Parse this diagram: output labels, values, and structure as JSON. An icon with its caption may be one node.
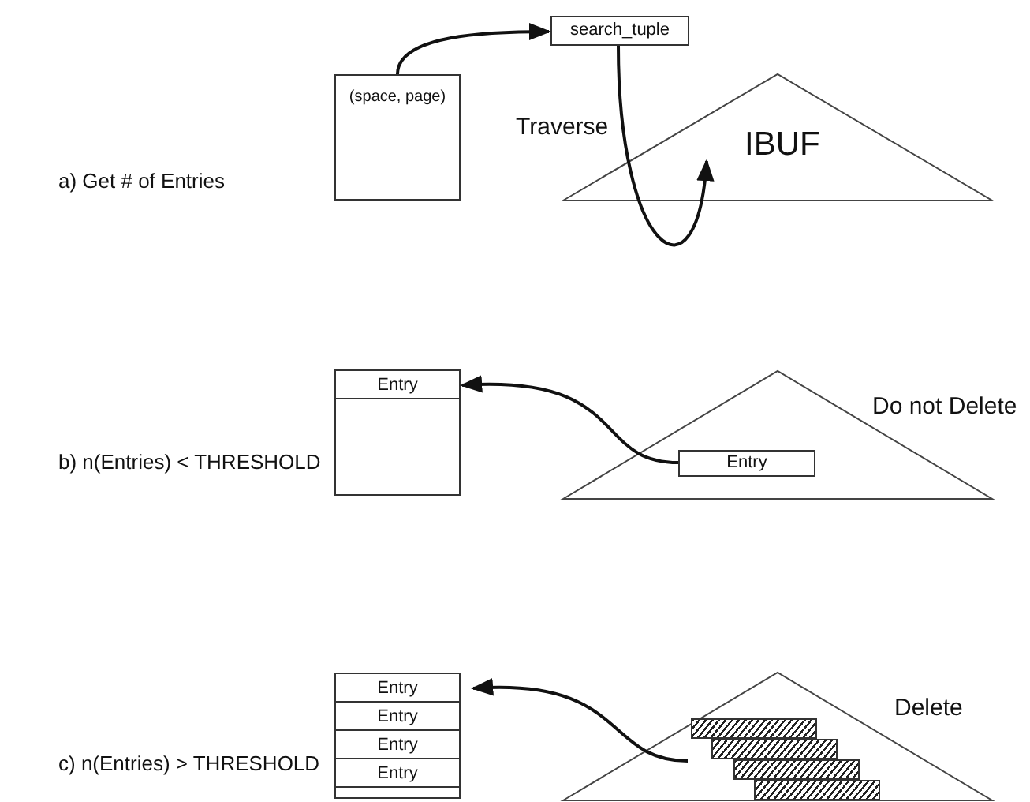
{
  "diagram": {
    "nodes": [
      {
        "text": [
          "(space, page)"
        ]
      },
      {
        "text": [
          "search_tuple"
        ]
      },
      {
        "text": [
          "IBUF"
        ]
      },
      {
        "text": [],
        "shape": "box"
      },
      {
        "text": [
          "Entry"
        ],
        "in": 3
      },
      {
        "text": [],
        "shape": "triangle",
        "beside": [
          "Do not Delete"
        ]
      },
      {
        "text": [
          "Entry"
        ],
        "in": 5
      },
      {
        "text": [],
        "shape": "box"
      },
      {
        "text": [
          "Entry"
        ],
        "in": 7
      },
      {
        "text": [
          "Entry"
        ],
        "in": 7
      },
      {
        "text": [
          "Entry"
        ],
        "in": 7
      },
      {
        "text": [
          "Entry"
        ],
        "in": 7
      },
      {
        "text": [],
        "shape": "triangle",
        "beside": [
          "Delete"
        ]
      },
      {
        "text": [],
        "shape": "box",
        "in": 12
      },
      {
        "text": [],
        "shape": "box",
        "in": 12
      },
      {
        "text": [],
        "shape": "box",
        "in": 12
      },
      {
        "text": [],
        "shape": "box",
        "in": 12
      }
    ],
    "edges": [
      {
        "from": 0,
        "to": 1,
        "arrow": "to"
      },
      {
        "from": 1,
        "to": 2,
        "arrow": "to",
        "label": "Traverse"
      },
      {
        "from": 6,
        "to": 4,
        "arrow": "to"
      },
      {
        "from": 13,
        "to": 8,
        "arrow": "to"
      }
    ],
    "labels": [
      "a) Get # of Entries",
      "b) n(Entries) < THRESHOLD",
      "c) n(Entries) > THRESHOLD"
    ]
  }
}
